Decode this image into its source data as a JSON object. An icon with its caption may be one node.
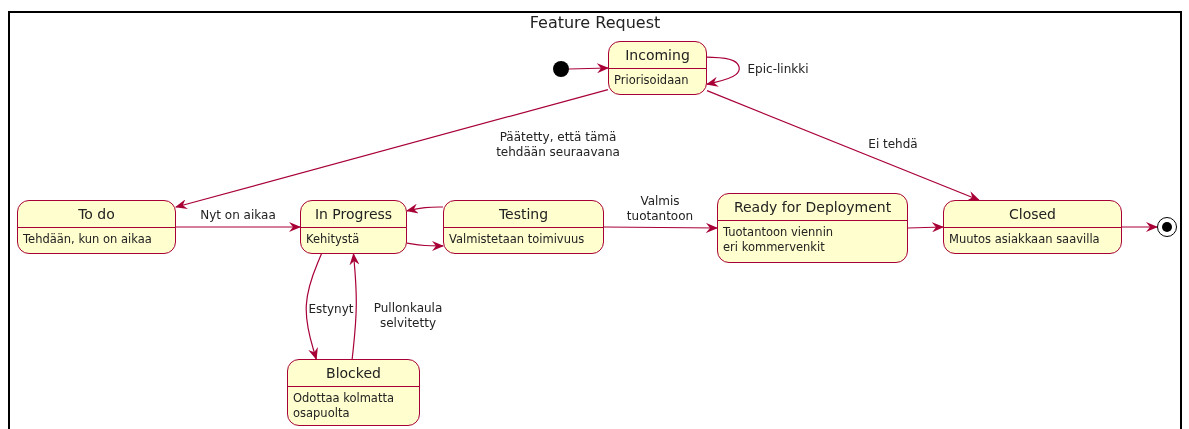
{
  "diagram": {
    "nodes": [
      {
        "text": [
          "Feature Request"
        ]
      },
      {
        "text": [],
        "shape": "circle",
        "in": 0
      },
      {
        "text": [
          "Incoming",
          "Priorisoidaan"
        ],
        "in": 0
      },
      {
        "text": [
          "To do",
          "Tehdään, kun on aikaa"
        ],
        "in": 0
      },
      {
        "text": [
          "In Progress",
          "Kehitystä"
        ],
        "in": 0
      },
      {
        "text": [
          "Testing",
          "Valmistetaan toimivuus"
        ],
        "in": 0
      },
      {
        "text": [
          "Ready for Deployment",
          "Tuotantoon viennin eri kommervenkit"
        ],
        "in": 0
      },
      {
        "text": [
          "Closed",
          "Muutos asiakkaan saavilla"
        ],
        "in": 0
      },
      {
        "text": [],
        "shape": "circle",
        "in": 0
      },
      {
        "text": [
          "Blocked",
          "Odottaa kolmatta osapuolta"
        ],
        "in": 0
      }
    ],
    "edges": [
      {
        "from": 1,
        "to": 2,
        "arrow": "to"
      },
      {
        "from": 2,
        "to": 2,
        "arrow": "to",
        "label": "Epic-linkki"
      },
      {
        "from": 2,
        "to": 3,
        "arrow": "to",
        "label": "Päätetty, että tämä tehdään seuraavana"
      },
      {
        "from": 2,
        "to": 7,
        "arrow": "to",
        "label": "Ei tehdä"
      },
      {
        "from": 3,
        "to": 4,
        "arrow": "to",
        "label": "Nyt on aikaa"
      },
      {
        "from": 4,
        "to": 5,
        "arrow": "to"
      },
      {
        "from": 5,
        "to": 4,
        "arrow": "to"
      },
      {
        "from": 5,
        "to": 6,
        "arrow": "to",
        "label": "Valmis tuotantoon"
      },
      {
        "from": 6,
        "to": 7,
        "arrow": "to"
      },
      {
        "from": 7,
        "to": 8,
        "arrow": "to"
      },
      {
        "from": 4,
        "to": 9,
        "arrow": "to",
        "label": "Estynyt"
      },
      {
        "from": 9,
        "to": 4,
        "arrow": "to",
        "label": "Pullonkaula selvitetty"
      }
    ]
  }
}
